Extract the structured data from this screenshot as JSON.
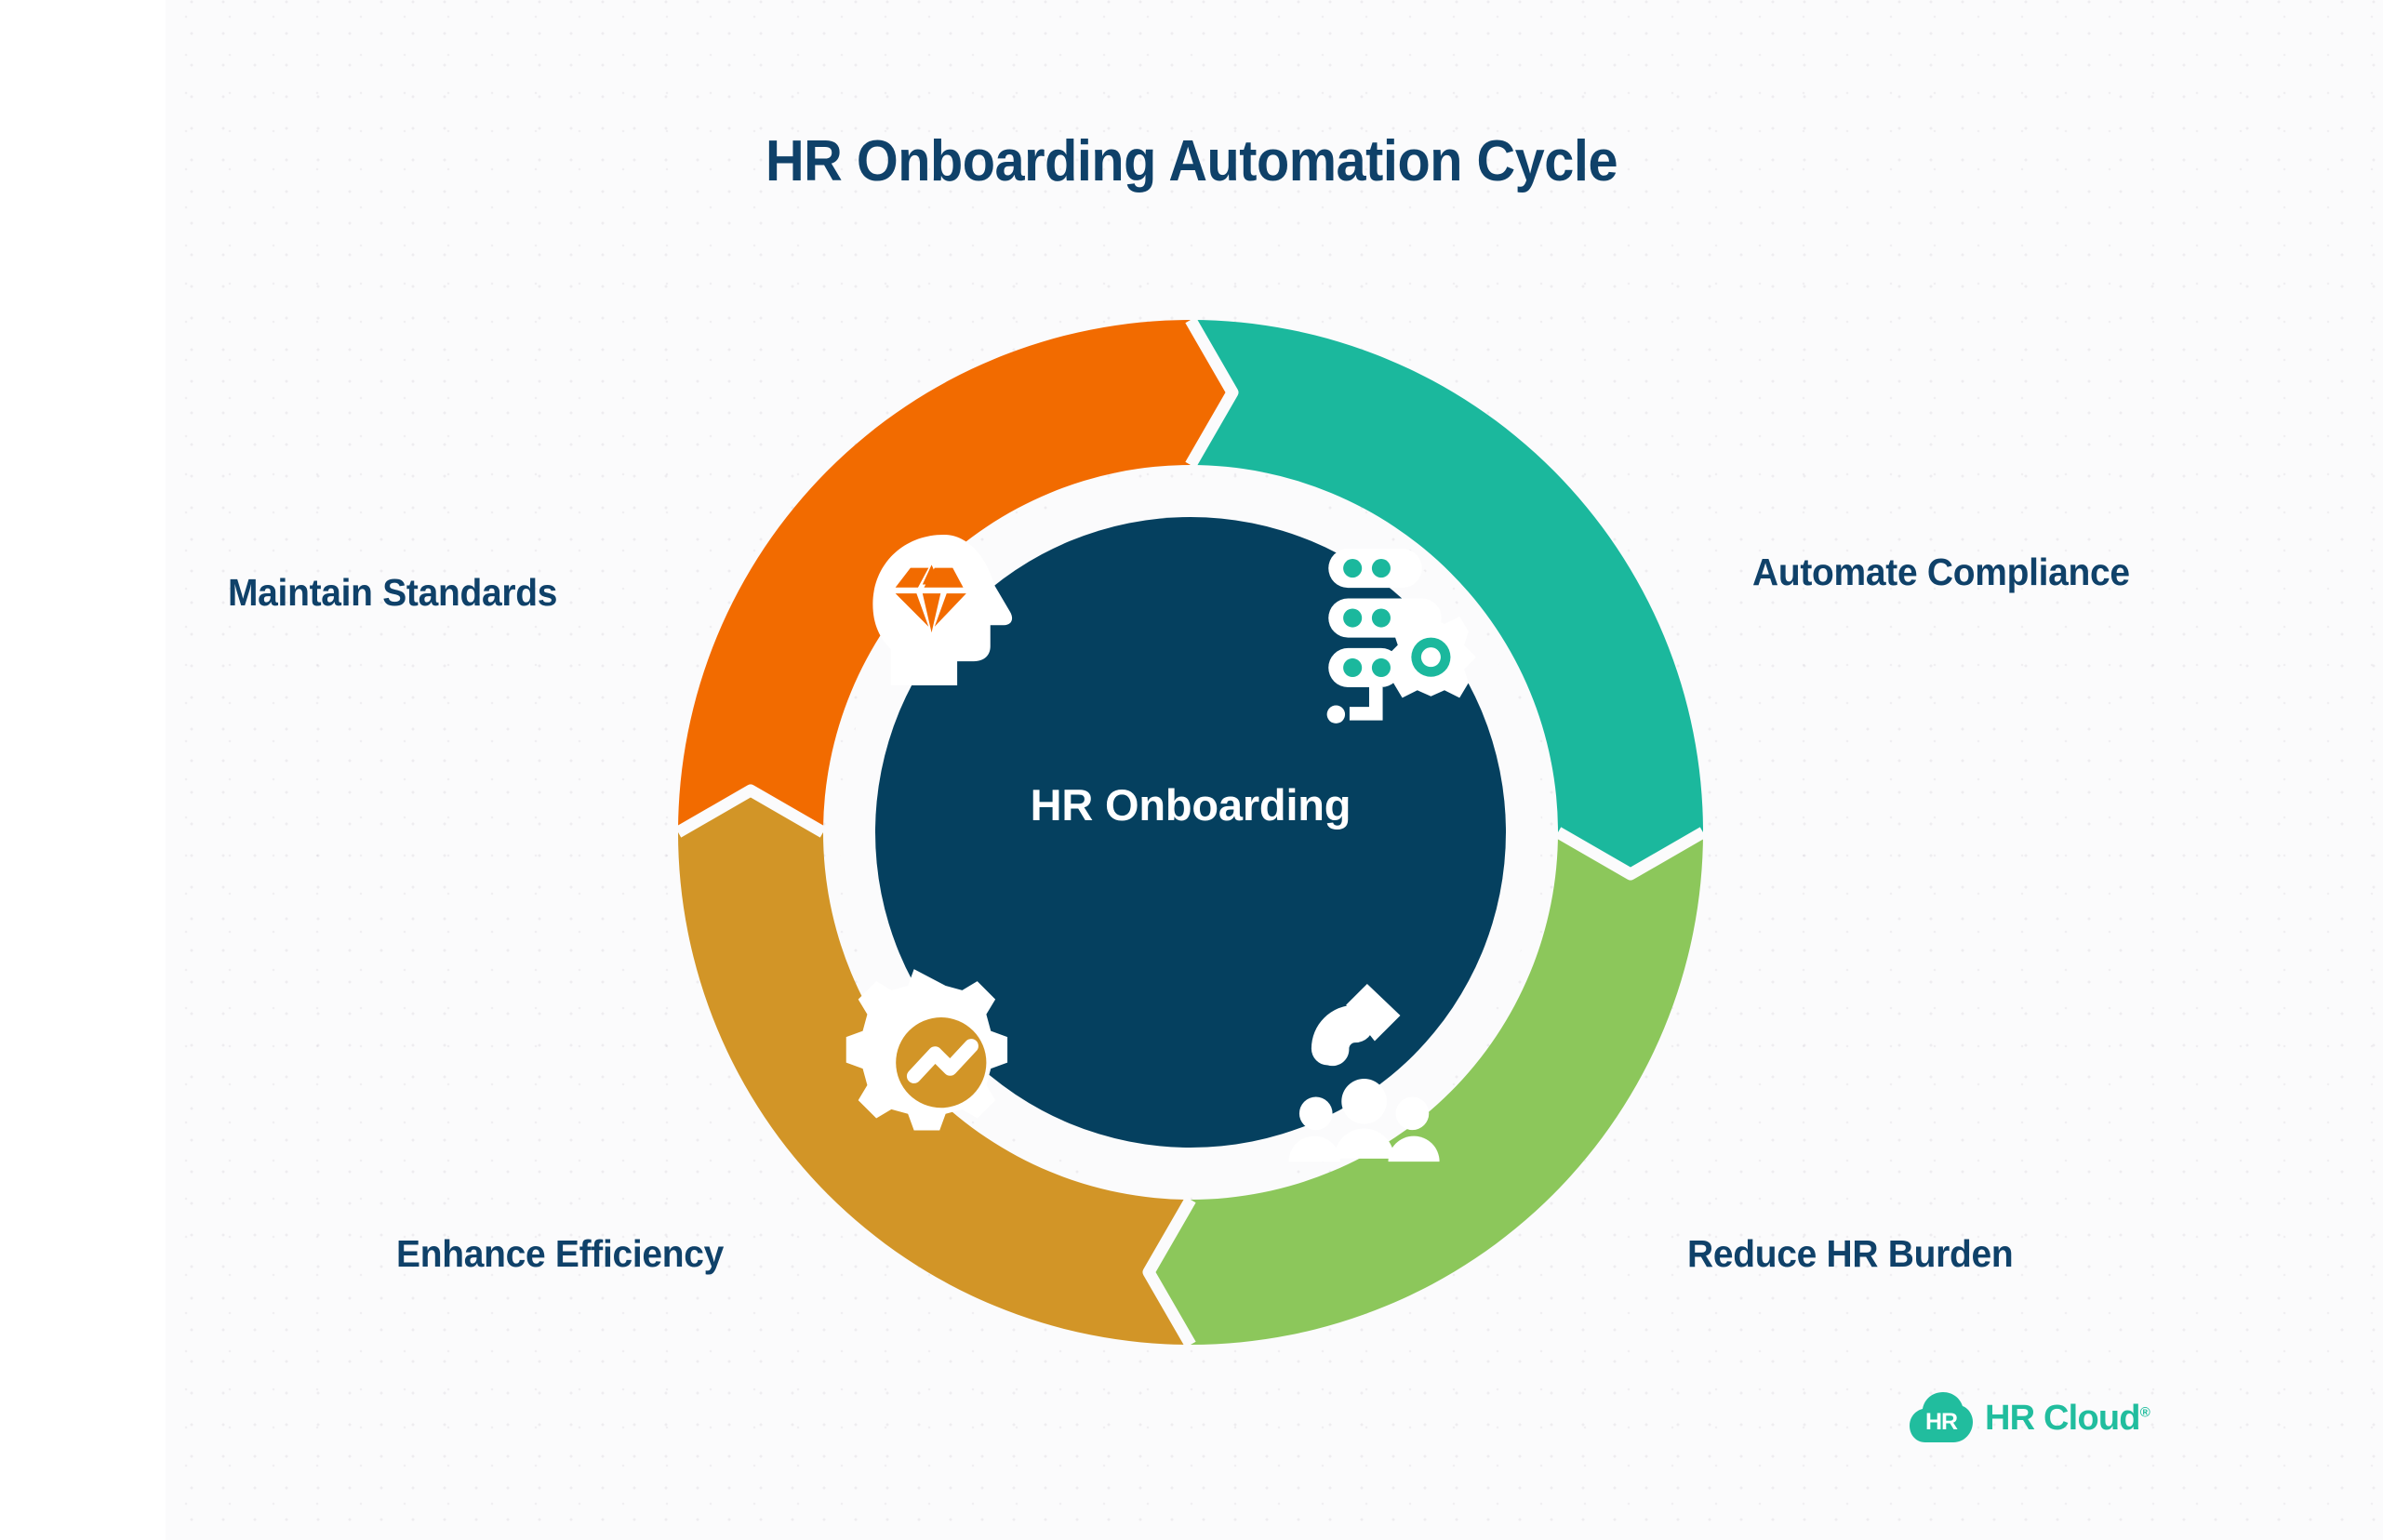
{
  "title": "HR Onboarding Automation Cycle",
  "center": {
    "label": "HR Onboarding",
    "color": "#05405f"
  },
  "background": {
    "color": "#fbfbfc",
    "texture": "dot-grid"
  },
  "segments": [
    {
      "id": "automate-compliance",
      "label": "Automate Compliance",
      "color": "#1bb89d",
      "icon": "server-gear-icon",
      "position": "top-right"
    },
    {
      "id": "reduce-hr-burden",
      "label": "Reduce HR Burden",
      "color": "#8cc75b",
      "icon": "people-group-arrow-icon",
      "position": "bottom-right"
    },
    {
      "id": "enhance-efficiency",
      "label": "Enhance Efficiency",
      "color": "#d29527",
      "icon": "gear-pulse-icon",
      "position": "bottom-left"
    },
    {
      "id": "maintain-standards",
      "label": "Maintain Standards",
      "color": "#f26b00",
      "icon": "head-diamond-icon",
      "position": "top-left"
    }
  ],
  "label_color": "#0f4169",
  "logo": {
    "mark_text": "HR",
    "name": "HR Cloud",
    "registered_mark": "®",
    "color": "#21bd9e"
  },
  "chart_data": {
    "type": "pie",
    "title": "HR Onboarding Automation Cycle",
    "categories": [
      "Automate Compliance",
      "Reduce HR Burden",
      "Enhance Efficiency",
      "Maintain Standards"
    ],
    "values": [
      25,
      25,
      25,
      25
    ],
    "colors": [
      "#1bb89d",
      "#8cc75b",
      "#d29527",
      "#f26b00"
    ],
    "center_label": "HR Onboarding",
    "legend": "inline-around-chart",
    "grid": false
  }
}
